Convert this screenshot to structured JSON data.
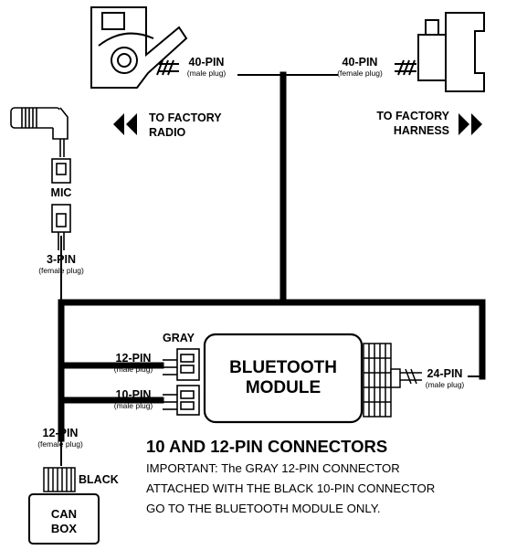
{
  "connectors": {
    "top_left": {
      "pin": "40-PIN",
      "note": "(male plug)"
    },
    "top_right": {
      "pin": "40-PIN",
      "note": "(female plug)"
    },
    "mic_3pin": {
      "pin": "3-PIN",
      "note": "(female plug)"
    },
    "gray_12pin": {
      "pin": "12-PIN",
      "note": "(male plug)"
    },
    "black_10pin": {
      "pin": "10-PIN",
      "note": "(male plug)"
    },
    "module_24pin": {
      "pin": "24-PIN",
      "note": "(male plug)"
    },
    "canbox_12pin": {
      "pin": "12-PIN",
      "note": "(female plug)"
    }
  },
  "labels": {
    "to_radio_line1": "TO FACTORY",
    "to_radio_line2": "RADIO",
    "to_harness_line1": "TO FACTORY",
    "to_harness_line2": "HARNESS",
    "mic": "MIC",
    "gray": "GRAY",
    "black": "BLACK"
  },
  "module": {
    "line1": "BLUETOOTH",
    "line2": "MODULE"
  },
  "canbox": {
    "line1": "CAN",
    "line2": "BOX"
  },
  "note": {
    "title": "10 AND 12-PIN CONNECTORS",
    "line1": "IMPORTANT: The GRAY 12-PIN CONNECTOR",
    "line2": "ATTACHED WITH THE BLACK 10-PIN CONNECTOR",
    "line3": "GO TO THE BLUETOOTH MODULE ONLY."
  }
}
